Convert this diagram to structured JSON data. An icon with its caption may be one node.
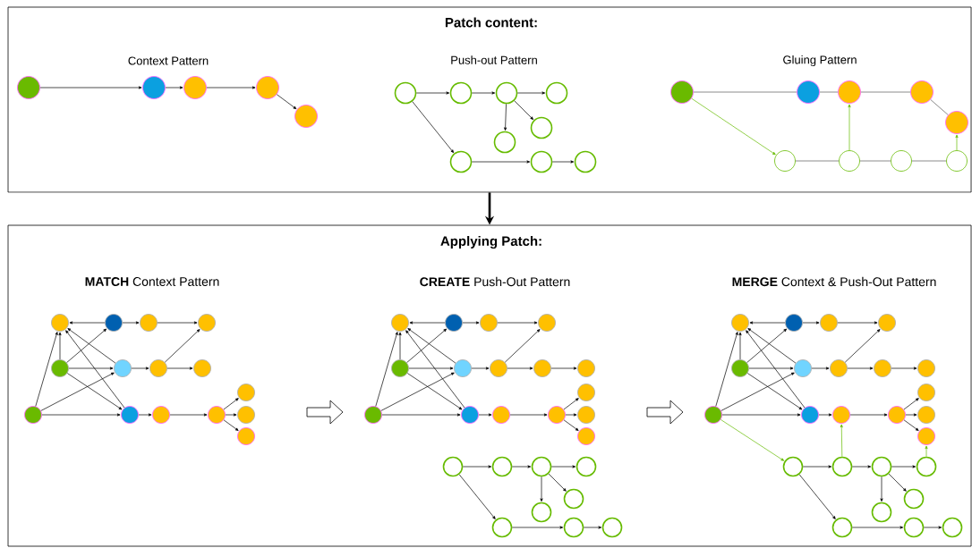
{
  "diagram": {
    "nodes": [
      {
        "text": [
          "Patch content:"
        ]
      },
      {
        "text": [],
        "shape": "circle",
        "in": 0
      },
      {
        "text": [],
        "shape": "circle",
        "in": 0
      },
      {
        "text": [],
        "shape": "circle",
        "in": 0
      },
      {
        "text": [],
        "shape": "circle",
        "in": 0
      },
      {
        "text": [],
        "shape": "circle",
        "in": 0
      },
      {
        "text": [],
        "shape": "circle",
        "in": 0
      },
      {
        "text": [],
        "shape": "circle",
        "in": 0
      },
      {
        "text": [],
        "shape": "circle",
        "in": 0
      },
      {
        "text": [],
        "shape": "circle",
        "in": 0
      },
      {
        "text": [],
        "shape": "circle",
        "in": 0
      },
      {
        "text": [],
        "shape": "circle",
        "in": 0
      },
      {
        "text": [],
        "shape": "circle",
        "in": 0
      },
      {
        "text": [],
        "shape": "circle",
        "in": 0
      },
      {
        "text": [],
        "shape": "circle",
        "in": 0
      },
      {
        "text": [],
        "shape": "circle",
        "in": 0
      },
      {
        "text": [],
        "shape": "circle",
        "in": 0
      },
      {
        "text": [],
        "shape": "circle",
        "in": 0
      },
      {
        "text": [],
        "shape": "circle",
        "in": 0
      },
      {
        "text": [],
        "shape": "circle",
        "in": 0
      },
      {
        "text": [],
        "shape": "circle",
        "in": 0
      },
      {
        "text": [],
        "shape": "circle",
        "in": 0
      },
      {
        "text": [],
        "shape": "circle",
        "in": 0
      },
      {
        "text": [],
        "shape": "circle",
        "in": 0
      },
      {
        "text": [
          "Applying Patch:"
        ]
      },
      {
        "text": [],
        "shape": "circle",
        "in": 24
      },
      {
        "text": [],
        "shape": "circle",
        "in": 24
      },
      {
        "text": [],
        "shape": "circle",
        "in": 24
      },
      {
        "text": [],
        "shape": "circle",
        "in": 24
      },
      {
        "text": [],
        "shape": "circle",
        "in": 24
      },
      {
        "text": [],
        "shape": "circle",
        "in": 24
      },
      {
        "text": [],
        "shape": "circle",
        "in": 24
      },
      {
        "text": [],
        "shape": "circle",
        "in": 24
      },
      {
        "text": [],
        "shape": "circle",
        "in": 24
      },
      {
        "text": [],
        "shape": "circle",
        "in": 24
      },
      {
        "text": [],
        "shape": "circle",
        "in": 24
      },
      {
        "text": [],
        "shape": "circle",
        "in": 24
      },
      {
        "text": [],
        "shape": "circle",
        "in": 24
      },
      {
        "text": [],
        "shape": "circle",
        "in": 24
      },
      {
        "text": [],
        "shape": "circle",
        "in": 24
      },
      {
        "text": [],
        "shape": "circle",
        "in": 24
      },
      {
        "text": [],
        "shape": "circle",
        "in": 24
      },
      {
        "text": [],
        "shape": "circle",
        "in": 24
      },
      {
        "text": [],
        "shape": "circle",
        "in": 24
      },
      {
        "text": [],
        "shape": "circle",
        "in": 24
      },
      {
        "text": [],
        "shape": "circle",
        "in": 24
      },
      {
        "text": [],
        "shape": "circle",
        "in": 24
      },
      {
        "text": [],
        "shape": "circle",
        "in": 24
      },
      {
        "text": [],
        "shape": "circle",
        "in": 24
      },
      {
        "text": [],
        "shape": "circle",
        "in": 24
      },
      {
        "text": [],
        "shape": "circle",
        "in": 24
      },
      {
        "text": [],
        "shape": "circle",
        "in": 24
      },
      {
        "text": [],
        "shape": "circle",
        "in": 24
      },
      {
        "text": [],
        "shape": "circle",
        "in": 24
      },
      {
        "text": [],
        "shape": "circle",
        "in": 24
      },
      {
        "text": [],
        "shape": "circle",
        "in": 24
      },
      {
        "text": [],
        "shape": "circle",
        "in": 24
      },
      {
        "text": [],
        "shape": "circle",
        "in": 24
      },
      {
        "text": [],
        "shape": "circle",
        "in": 24
      },
      {
        "text": [],
        "shape": "circle",
        "in": 24
      },
      {
        "text": [],
        "shape": "circle",
        "in": 24
      },
      {
        "text": [],
        "shape": "circle",
        "in": 24
      },
      {
        "text": [],
        "shape": "circle",
        "in": 24
      },
      {
        "text": [],
        "shape": "circle",
        "in": 24
      },
      {
        "text": [],
        "shape": "circle",
        "in": 24
      },
      {
        "text": [],
        "shape": "circle",
        "in": 24
      },
      {
        "text": [],
        "shape": "circle",
        "in": 24
      },
      {
        "text": [],
        "shape": "circle",
        "in": 24
      },
      {
        "text": [],
        "shape": "circle",
        "in": 24
      },
      {
        "text": [],
        "shape": "circle",
        "in": 24
      },
      {
        "text": [],
        "shape": "circle",
        "in": 24
      },
      {
        "text": [],
        "shape": "circle",
        "in": 24
      },
      {
        "text": [],
        "shape": "circle",
        "in": 24
      },
      {
        "text": [],
        "shape": "circle",
        "in": 24
      },
      {
        "text": [],
        "shape": "circle",
        "in": 24
      },
      {
        "text": [],
        "shape": "circle",
        "in": 24
      },
      {
        "text": [],
        "shape": "circle",
        "in": 24
      },
      {
        "text": [],
        "shape": "circle",
        "in": 24
      },
      {
        "text": [],
        "shape": "circle",
        "in": 24
      },
      {
        "text": [],
        "shape": "circle",
        "in": 24
      },
      {
        "text": [],
        "shape": "circle",
        "in": 24
      },
      {
        "text": [],
        "shape": "circle",
        "in": 24
      },
      {
        "text": [],
        "shape": "circle",
        "in": 24
      },
      {
        "text": [],
        "shape": "circle",
        "in": 24
      },
      {
        "text": [],
        "shape": "circle",
        "in": 24
      },
      {
        "text": [],
        "shape": "circle",
        "in": 24
      },
      {
        "text": [],
        "shape": "circle",
        "in": 24
      },
      {
        "text": [],
        "shape": "circle",
        "in": 24
      },
      {
        "text": [],
        "shape": "circle",
        "in": 24
      },
      {
        "text": [],
        "shape": "circle",
        "in": 24
      }
    ],
    "edges": [
      {
        "from": 1,
        "to": 2,
        "arrow": "to"
      },
      {
        "from": 2,
        "to": 3,
        "arrow": "to"
      },
      {
        "from": 3,
        "to": 4,
        "arrow": "to"
      },
      {
        "from": 4,
        "to": 5,
        "arrow": "to"
      },
      {
        "from": 6,
        "to": 7,
        "arrow": "to"
      },
      {
        "from": 7,
        "to": 8,
        "arrow": "to"
      },
      {
        "from": 8,
        "to": 9,
        "arrow": "to"
      },
      {
        "from": 8,
        "to": 11,
        "arrow": "to"
      },
      {
        "from": 8,
        "to": 10,
        "arrow": "to"
      },
      {
        "from": 6,
        "to": 12,
        "arrow": "to"
      },
      {
        "from": 12,
        "to": 13,
        "arrow": "to"
      },
      {
        "from": 13,
        "to": 14,
        "arrow": "to"
      },
      {
        "from": 15,
        "to": 16,
        "arrow": "none",
        "color": "#595959"
      },
      {
        "from": 16,
        "to": 17,
        "arrow": "none",
        "color": "#595959"
      },
      {
        "from": 17,
        "to": 18,
        "arrow": "none",
        "color": "#595959"
      },
      {
        "from": 18,
        "to": 19,
        "arrow": "none",
        "color": "#595959"
      },
      {
        "from": 20,
        "to": 21,
        "arrow": "none",
        "color": "#595959"
      },
      {
        "from": 21,
        "to": 22,
        "arrow": "none",
        "color": "#595959"
      },
      {
        "from": 22,
        "to": 23,
        "arrow": "none",
        "color": "#595959"
      },
      {
        "from": 15,
        "to": 20,
        "arrow": "to",
        "color": "#66bb00"
      },
      {
        "from": 21,
        "to": 17,
        "arrow": "to",
        "color": "#66bb00"
      },
      {
        "from": 23,
        "to": 19,
        "arrow": "to",
        "color": "#66bb00"
      },
      {
        "from": 0,
        "to": 24,
        "arrow": "to",
        "style": "thick"
      },
      {
        "from": 26,
        "to": 25,
        "arrow": "to"
      },
      {
        "from": 26,
        "to": 27,
        "arrow": "to"
      },
      {
        "from": 27,
        "to": 28,
        "arrow": "to"
      },
      {
        "from": 29,
        "to": 25,
        "arrow": "to"
      },
      {
        "from": 29,
        "to": 26,
        "arrow": "to"
      },
      {
        "from": 29,
        "to": 30,
        "arrow": "to"
      },
      {
        "from": 29,
        "to": 34,
        "arrow": "to"
      },
      {
        "from": 30,
        "to": 25,
        "arrow": "to"
      },
      {
        "from": 30,
        "to": 31,
        "arrow": "to"
      },
      {
        "from": 31,
        "to": 32,
        "arrow": "to"
      },
      {
        "from": 31,
        "to": 28,
        "arrow": "to"
      },
      {
        "from": 33,
        "to": 25,
        "arrow": "to"
      },
      {
        "from": 33,
        "to": 30,
        "arrow": "to"
      },
      {
        "from": 33,
        "to": 34,
        "arrow": "to"
      },
      {
        "from": 34,
        "to": 25,
        "arrow": "to"
      },
      {
        "from": 34,
        "to": 35,
        "arrow": "to"
      },
      {
        "from": 35,
        "to": 36,
        "arrow": "to"
      },
      {
        "from": 36,
        "to": 37,
        "arrow": "to"
      },
      {
        "from": 36,
        "to": 38,
        "arrow": "to"
      },
      {
        "from": 36,
        "to": 39,
        "arrow": "to"
      },
      {
        "from": 41,
        "to": 40,
        "arrow": "to"
      },
      {
        "from": 41,
        "to": 42,
        "arrow": "to"
      },
      {
        "from": 42,
        "to": 43,
        "arrow": "to"
      },
      {
        "from": 44,
        "to": 40,
        "arrow": "to"
      },
      {
        "from": 44,
        "to": 41,
        "arrow": "to"
      },
      {
        "from": 44,
        "to": 45,
        "arrow": "to"
      },
      {
        "from": 44,
        "to": 50,
        "arrow": "to"
      },
      {
        "from": 45,
        "to": 40,
        "arrow": "to"
      },
      {
        "from": 45,
        "to": 46,
        "arrow": "to"
      },
      {
        "from": 46,
        "to": 47,
        "arrow": "to"
      },
      {
        "from": 46,
        "to": 43,
        "arrow": "to"
      },
      {
        "from": 47,
        "to": 48,
        "arrow": "to"
      },
      {
        "from": 49,
        "to": 40,
        "arrow": "to"
      },
      {
        "from": 49,
        "to": 45,
        "arrow": "to"
      },
      {
        "from": 49,
        "to": 50,
        "arrow": "to"
      },
      {
        "from": 50,
        "to": 40,
        "arrow": "to"
      },
      {
        "from": 50,
        "to": 51,
        "arrow": "to"
      },
      {
        "from": 51,
        "to": 52,
        "arrow": "to"
      },
      {
        "from": 52,
        "to": 53,
        "arrow": "to"
      },
      {
        "from": 52,
        "to": 54,
        "arrow": "to"
      },
      {
        "from": 52,
        "to": 55,
        "arrow": "to"
      },
      {
        "from": 56,
        "to": 57,
        "arrow": "to"
      },
      {
        "from": 57,
        "to": 58,
        "arrow": "to"
      },
      {
        "from": 58,
        "to": 59,
        "arrow": "to"
      },
      {
        "from": 58,
        "to": 61,
        "arrow": "to"
      },
      {
        "from": 58,
        "to": 60,
        "arrow": "to"
      },
      {
        "from": 56,
        "to": 62,
        "arrow": "to"
      },
      {
        "from": 62,
        "to": 63,
        "arrow": "to"
      },
      {
        "from": 63,
        "to": 64,
        "arrow": "to"
      },
      {
        "from": 66,
        "to": 65,
        "arrow": "to"
      },
      {
        "from": 66,
        "to": 67,
        "arrow": "to"
      },
      {
        "from": 67,
        "to": 68,
        "arrow": "to"
      },
      {
        "from": 69,
        "to": 65,
        "arrow": "to"
      },
      {
        "from": 69,
        "to": 66,
        "arrow": "to"
      },
      {
        "from": 69,
        "to": 70,
        "arrow": "to"
      },
      {
        "from": 69,
        "to": 75,
        "arrow": "to"
      },
      {
        "from": 70,
        "to": 65,
        "arrow": "to"
      },
      {
        "from": 70,
        "to": 71,
        "arrow": "to"
      },
      {
        "from": 71,
        "to": 72,
        "arrow": "to"
      },
      {
        "from": 71,
        "to": 68,
        "arrow": "to"
      },
      {
        "from": 72,
        "to": 73,
        "arrow": "to"
      },
      {
        "from": 74,
        "to": 65,
        "arrow": "to"
      },
      {
        "from": 74,
        "to": 70,
        "arrow": "to"
      },
      {
        "from": 74,
        "to": 75,
        "arrow": "to"
      },
      {
        "from": 75,
        "to": 65,
        "arrow": "to"
      },
      {
        "from": 75,
        "to": 76,
        "arrow": "to"
      },
      {
        "from": 76,
        "to": 77,
        "arrow": "to"
      },
      {
        "from": 77,
        "to": 78,
        "arrow": "to"
      },
      {
        "from": 77,
        "to": 79,
        "arrow": "to"
      },
      {
        "from": 77,
        "to": 80,
        "arrow": "to"
      },
      {
        "from": 81,
        "to": 82,
        "arrow": "to"
      },
      {
        "from": 82,
        "to": 83,
        "arrow": "to"
      },
      {
        "from": 83,
        "to": 84,
        "arrow": "to"
      },
      {
        "from": 83,
        "to": 86,
        "arrow": "to"
      },
      {
        "from": 83,
        "to": 85,
        "arrow": "to"
      },
      {
        "from": 81,
        "to": 87,
        "arrow": "to"
      },
      {
        "from": 87,
        "to": 88,
        "arrow": "to"
      },
      {
        "from": 88,
        "to": 89,
        "arrow": "to"
      },
      {
        "from": 74,
        "to": 81,
        "arrow": "to",
        "color": "#66bb00"
      },
      {
        "from": 82,
        "to": 76,
        "arrow": "to",
        "color": "#66bb00"
      },
      {
        "from": 84,
        "to": 80,
        "arrow": "to",
        "color": "#66bb00"
      }
    ],
    "labels": [
      "Context Pattern",
      "Push-out Pattern",
      "Gluing Pattern",
      "**MATCH** Context Pattern",
      "**CREATE** Push-Out Pattern",
      "**MERGE** Context & Push-Out Pattern"
    ]
  }
}
